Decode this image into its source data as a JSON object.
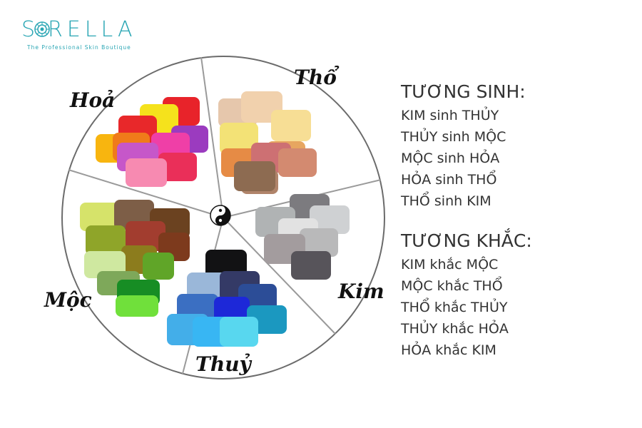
{
  "brand": {
    "name": "S RELLA",
    "tagline": "The Professional Skin Boutique",
    "color": "#2aa6b4"
  },
  "wheel": {
    "center_icon": "yin-yang-icon",
    "elements": [
      {
        "key": "hoa",
        "label": "Hoả",
        "swatches": [
          "#e8232a",
          "#f5e21c",
          "#9b3bbf",
          "#f8b50f",
          "#e8282a",
          "#f07b1a",
          "#ef3fa7",
          "#c657c9",
          "#f78ab1",
          "#ea2f59"
        ]
      },
      {
        "key": "tho",
        "label": "Thổ",
        "swatches": [
          "#e6c7ac",
          "#f1d1ad",
          "#f3e276",
          "#f7de95",
          "#e7a660",
          "#f3e36f",
          "#cd7073",
          "#d38a70",
          "#b0846a",
          "#8d6b51"
        ]
      },
      {
        "key": "kim",
        "label": "Kim",
        "swatches": [
          "#7c7b7f",
          "#b9b9ba",
          "#cfd1d3",
          "#e2e2e2",
          "#b0b3b4",
          "#a39c9e",
          "#57545a"
        ]
      },
      {
        "key": "thuy",
        "label": "Thuỷ",
        "swatches": [
          "#121214",
          "#9ab7d9",
          "#343a66",
          "#2c4d97",
          "#3b6fc2",
          "#1d28d8",
          "#1b98c0",
          "#43aee9",
          "#38b6f3",
          "#58d7ef"
        ]
      },
      {
        "key": "moc",
        "label": "Mộc",
        "swatches": [
          "#d6e36a",
          "#7d5e47",
          "#6b4220",
          "#8fa529",
          "#a23d2f",
          "#8c7c1d",
          "#cfe8a0",
          "#60a528",
          "#70e03b",
          "#178d24"
        ]
      }
    ]
  },
  "tuong_sinh": {
    "title": "TƯƠNG SINH:",
    "rules": [
      "KIM sinh THỦY",
      "THỦY sinh MỘC",
      "MỘC sinh HỎA",
      "HỎA sinh THỔ",
      "THỔ sinh KIM"
    ]
  },
  "tuong_khac": {
    "title": "TƯƠNG KHẮC:",
    "rules": [
      "KIM khắc MỘC",
      "MỘC khắc THỔ",
      "THỔ khắc THỦY",
      "THỦY khắc HỎA",
      "HỎA khắc KIM"
    ]
  }
}
